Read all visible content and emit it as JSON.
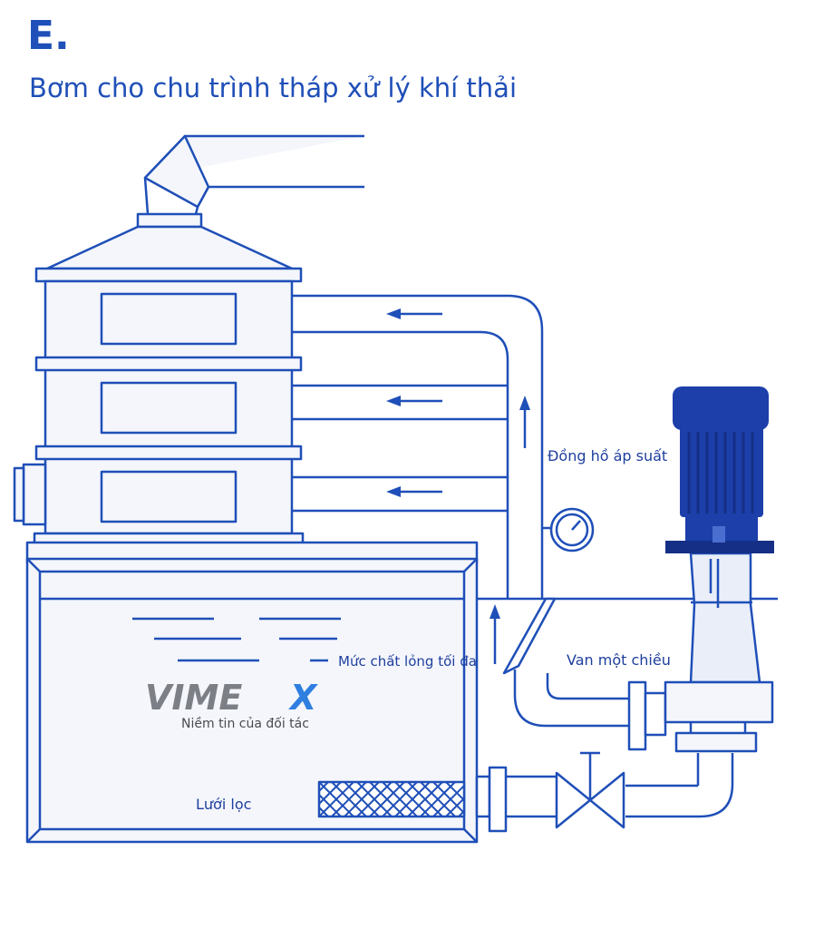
{
  "header": {
    "letter": "E.",
    "title": "Bơm cho chu trình tháp xử lý khí thải"
  },
  "labels": {
    "pressure_gauge": "Đồng hồ áp suất",
    "check_valve": "Van một chiều",
    "max_liquid_level": "Mức chất lỏng tối đa",
    "filter_mesh": "Lưới lọc"
  },
  "logo": {
    "brand_left": "VIME",
    "brand_right": "X",
    "tagline": "Niềm tin của đối tác"
  },
  "colors": {
    "line": "#1f4fb8",
    "fill_light": "#f4f6fb",
    "motor": "#1c3faa",
    "motor_dark": "#152f86",
    "logo_grey": "#7d7f87",
    "logo_blue": "#2f7fe0"
  }
}
